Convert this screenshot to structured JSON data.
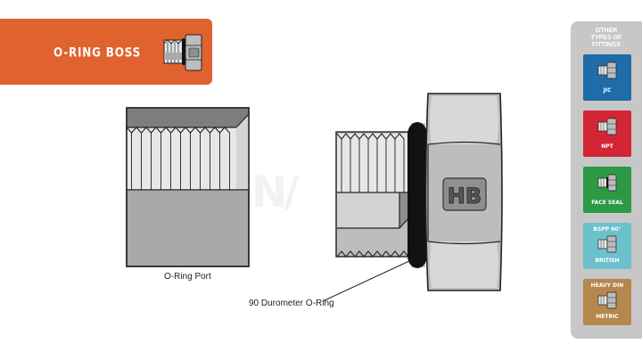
{
  "header": {
    "title": "O-RING BOSS",
    "color": "#e0622e",
    "icon": "fitting-icon"
  },
  "diagram": {
    "port_label": "O-Ring Port",
    "oring_label": "90 Durometer O-Ring",
    "hex_logo": "HB"
  },
  "sidebar": {
    "title_lines": [
      "OTHER",
      "TYPES OF",
      "FITTINGS"
    ],
    "items": [
      {
        "label": "JIC",
        "color": "#1f6ca8",
        "icon": "jic-fitting-icon"
      },
      {
        "label": "NPT",
        "color": "#d42535",
        "icon": "npt-fitting-icon"
      },
      {
        "label": "FACE SEAL",
        "color": "#2c9a45",
        "icon": "face-seal-fitting-icon"
      },
      {
        "label_lines": [
          "BSPP 60°",
          "BRITISH"
        ],
        "color": "#6cc1cc",
        "icon": "bspp-fitting-icon"
      },
      {
        "label_lines": [
          "HEAVY DIN",
          "METRIC"
        ],
        "color": "#b5874e",
        "icon": "heavy-din-fitting-icon"
      }
    ]
  }
}
